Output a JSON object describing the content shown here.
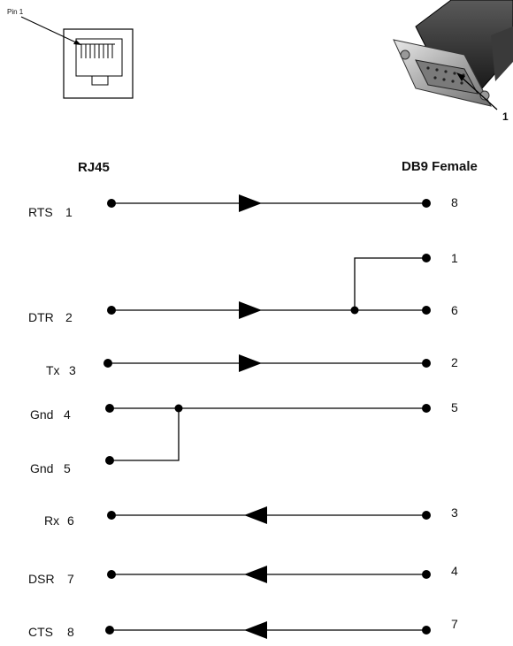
{
  "pin1_label": "Pin 1",
  "db9_pin_callout": "1",
  "left_header": "RJ45",
  "right_header": "DB9 Female",
  "rj45_pins": [
    {
      "name": "RTS",
      "num": "1"
    },
    {
      "name": "DTR",
      "num": "2"
    },
    {
      "name": "Tx",
      "num": "3"
    },
    {
      "name": "Gnd",
      "num": "4"
    },
    {
      "name": "Gnd",
      "num": "5"
    },
    {
      "name": "Rx",
      "num": "6"
    },
    {
      "name": "DSR",
      "num": "7"
    },
    {
      "name": "CTS",
      "num": "8"
    }
  ],
  "db9_pins": [
    "8",
    "1",
    "6",
    "2",
    "5",
    "3",
    "4",
    "7"
  ],
  "connections": [
    {
      "from": "RTS 1",
      "to": [
        "8"
      ],
      "direction": "right"
    },
    {
      "from": "DTR 2",
      "to": [
        "6",
        "1"
      ],
      "direction": "right"
    },
    {
      "from": "Tx 3",
      "to": [
        "2"
      ],
      "direction": "right"
    },
    {
      "from": "Gnd 4",
      "to": [
        "5"
      ],
      "direction": "none"
    },
    {
      "from": "Gnd 5",
      "to": [
        "5"
      ],
      "direction": "none"
    },
    {
      "from": "Rx 6",
      "to": [
        "3"
      ],
      "direction": "left"
    },
    {
      "from": "DSR 7",
      "to": [
        "4"
      ],
      "direction": "left"
    },
    {
      "from": "CTS 8",
      "to": [
        "7"
      ],
      "direction": "left"
    }
  ],
  "colors": {
    "line": "#000000",
    "text": "#111111",
    "connector_dark": "#2a2a2a",
    "connector_metal": "#b8b8b8"
  }
}
